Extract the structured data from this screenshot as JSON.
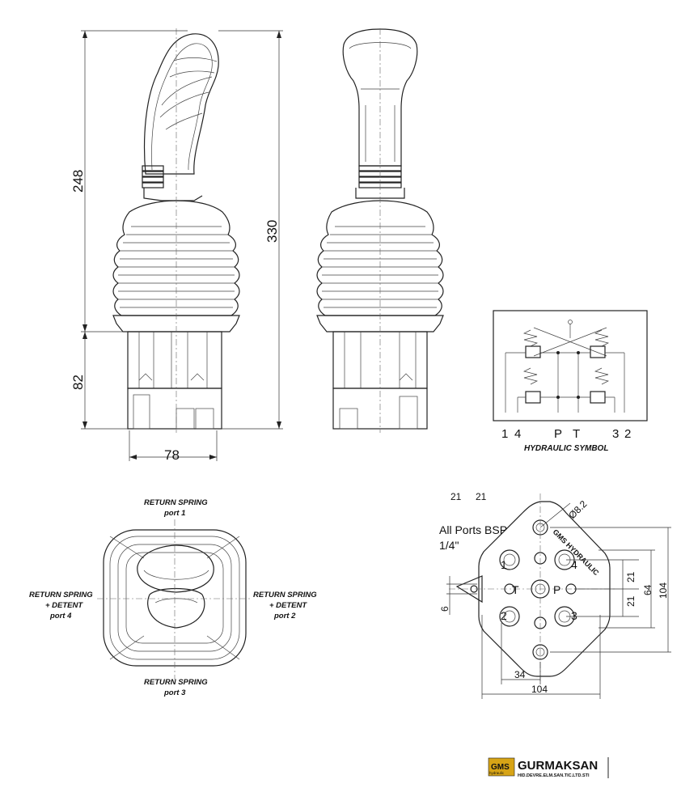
{
  "side_view": {
    "dim_handle_height": "248",
    "dim_base_height": "82",
    "dim_total_height": "330",
    "dim_width": "78"
  },
  "hydraulic_symbol": {
    "title": "HYDRAULIC SYMBOL",
    "ports": [
      "1",
      "4",
      "P",
      "T",
      "3",
      "2"
    ]
  },
  "top_view": {
    "label_port1_title": "RETURN SPRING",
    "label_port1_port": "port 1",
    "label_port4_line1": "RETURN SPRING",
    "label_port4_line2": "+ DETENT",
    "label_port4_port": "port 4",
    "label_port2_line1": "RETURN SPRING",
    "label_port2_line2": "+ DETENT",
    "label_port2_port": "port 2",
    "label_port3_title": "RETURN SPRING",
    "label_port3_port": "port 3"
  },
  "port_view": {
    "dim_21_a": "21",
    "dim_21_b": "21",
    "dim_hole": "Ø8.2",
    "ports_note_line1": "All Ports BSP",
    "ports_note_line2": "1/4\"",
    "flange_text": "GMS HYDRAULIC",
    "port_labels": [
      "1",
      "4",
      "T",
      "P",
      "2",
      "3"
    ],
    "dim_6": "6",
    "dim_21_c": "21",
    "dim_21_d": "21",
    "dim_64": "64",
    "dim_104_v": "104",
    "dim_34": "34",
    "dim_104_h": "104"
  },
  "logo": {
    "badge": "GMS",
    "badge_sub": "hydraulic",
    "company": "GURMAKSAN",
    "subtitle": "HID.DEVRE.ELM.SAN.TIC.LTD.STI"
  }
}
